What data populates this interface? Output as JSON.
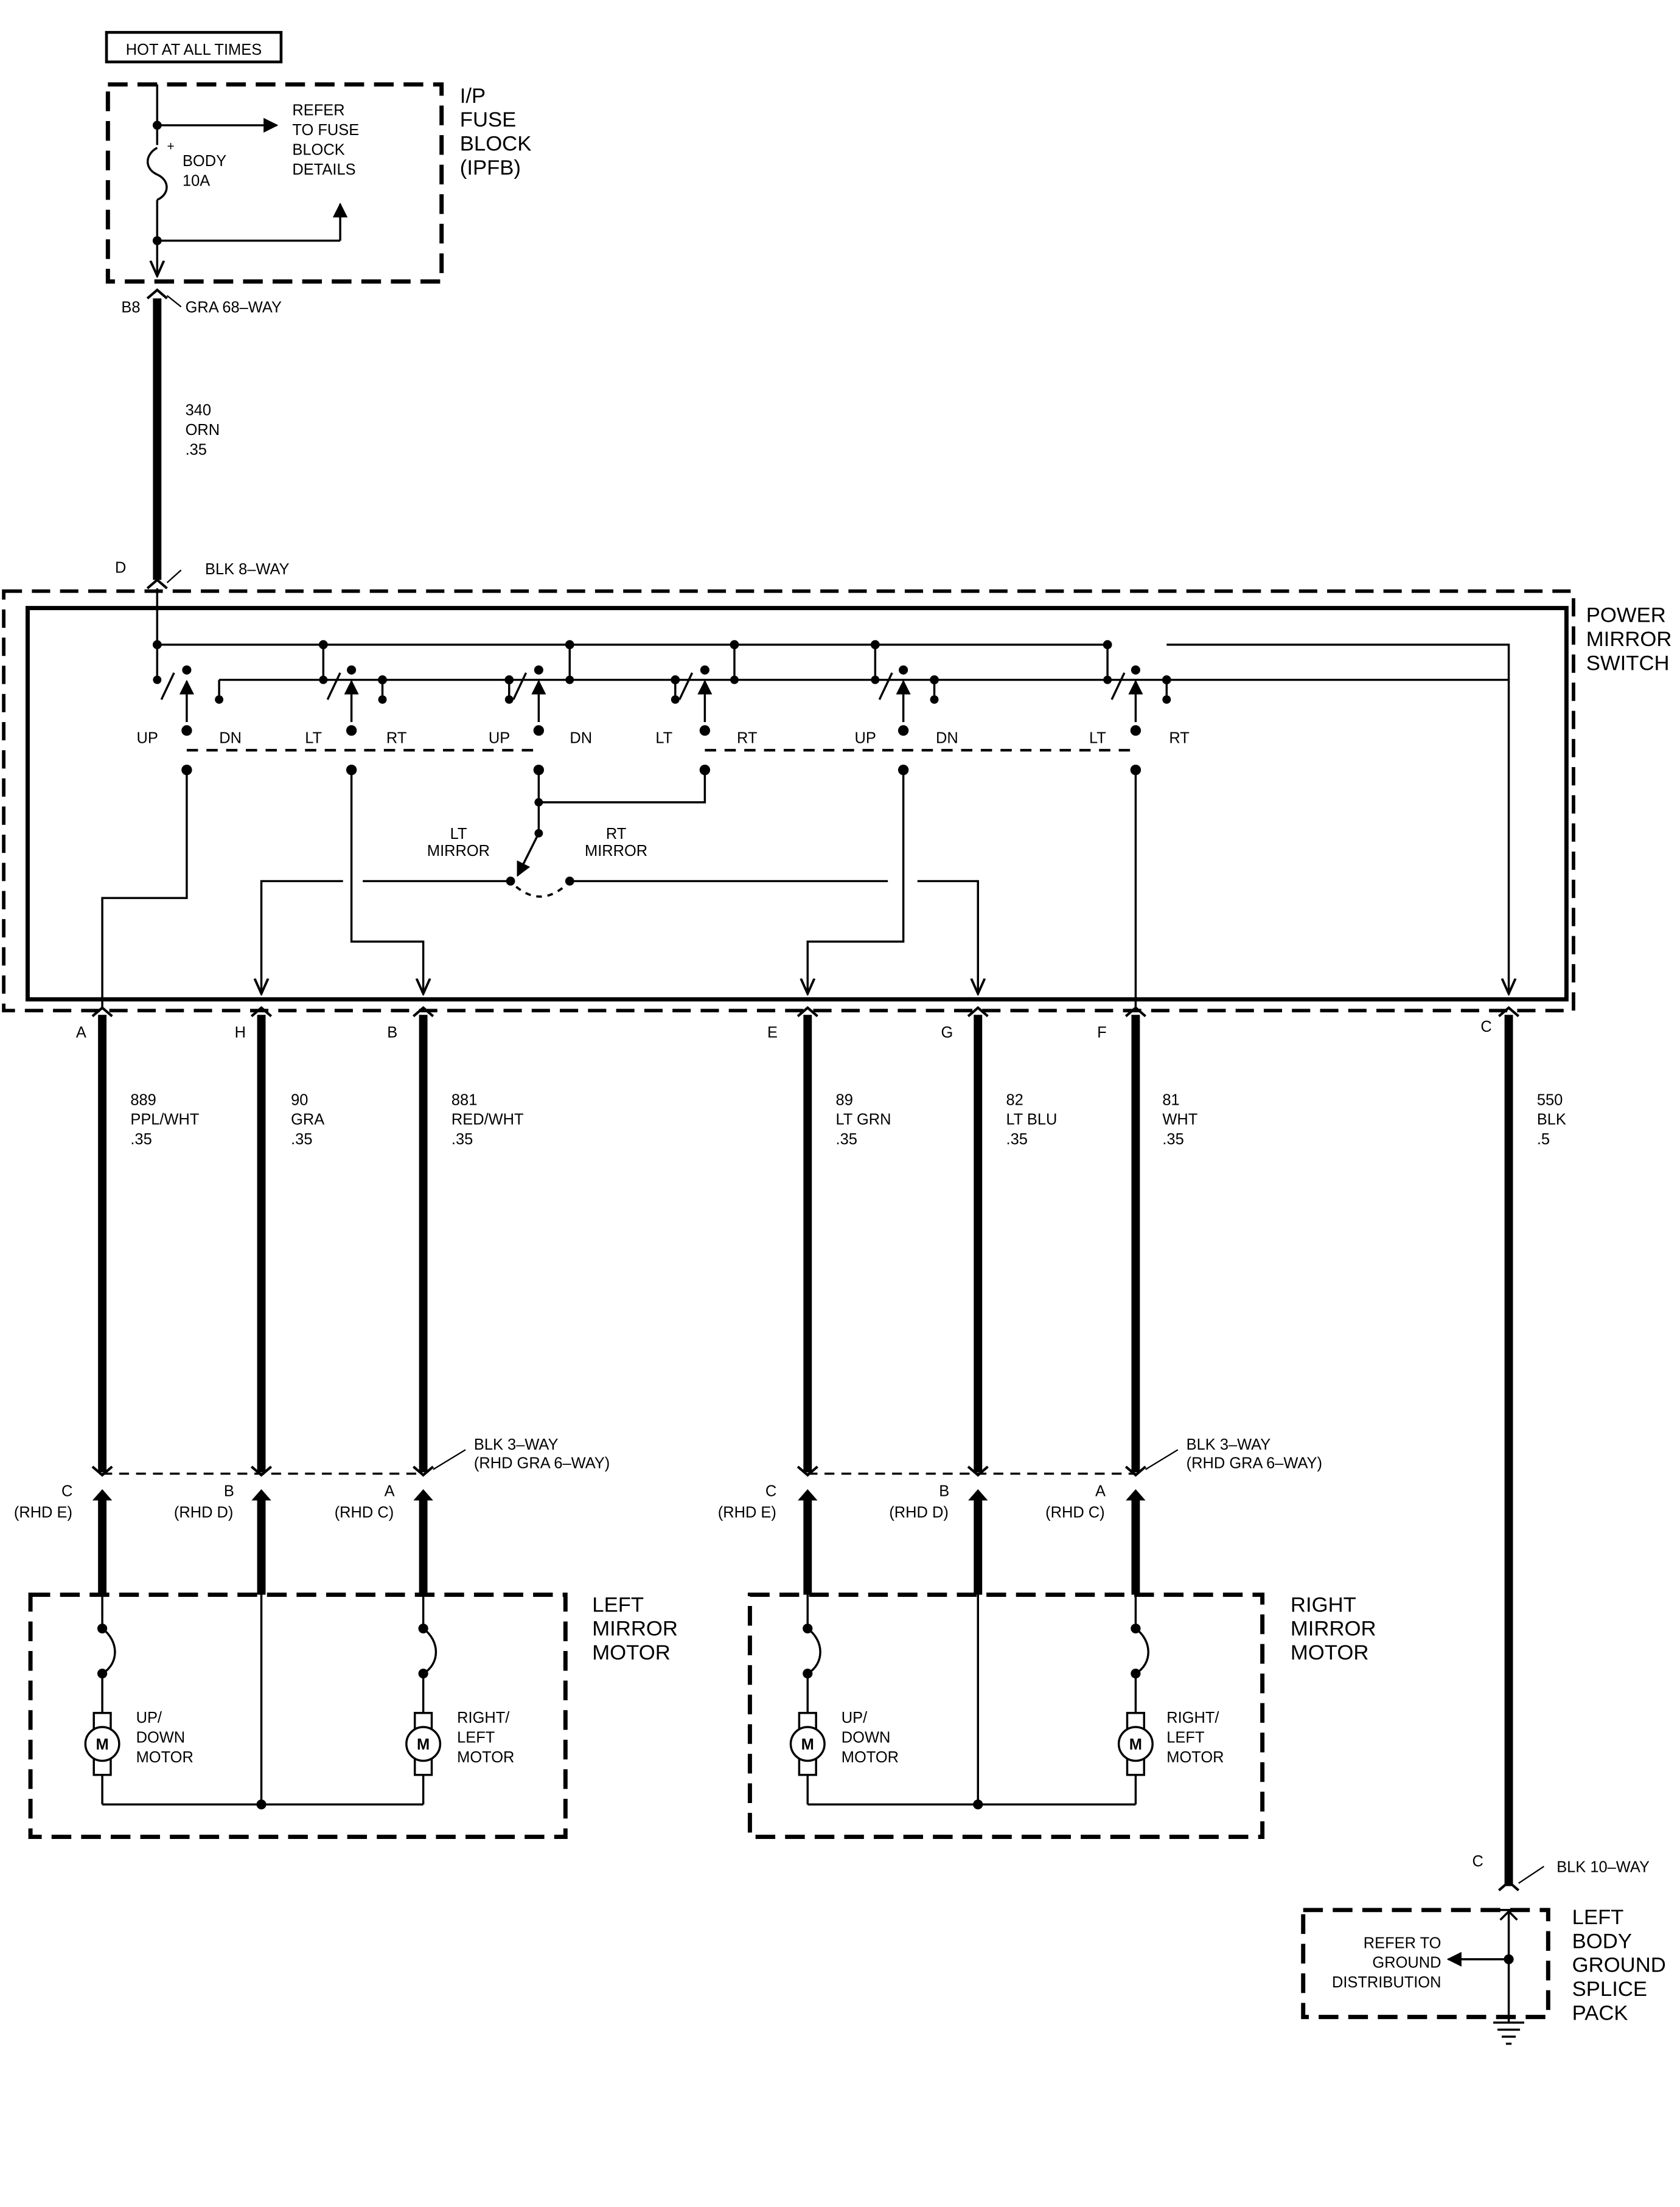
{
  "header": {
    "always_hot": "HOT AT ALL TIMES"
  },
  "fuse_block": {
    "name_lines": [
      "I/P",
      "FUSE",
      "BLOCK",
      "(IPFB)"
    ],
    "refer_lines": [
      "REFER",
      "TO FUSE",
      "BLOCK",
      "DETAILS"
    ],
    "fuse_lines": [
      "BODY",
      "10A"
    ],
    "plus_sign": "+"
  },
  "connectors": {
    "ipfb": {
      "pin": "B8",
      "name": "GRA 68–WAY"
    },
    "switch_in": {
      "pin": "D",
      "name": "BLK 8–WAY"
    },
    "left_motor": {
      "lines": [
        "BLK 3–WAY",
        "(RHD GRA 6–WAY)"
      ]
    },
    "right_motor": {
      "lines": [
        "BLK 3–WAY",
        "(RHD GRA 6–WAY)"
      ]
    },
    "ground": {
      "pin": "C",
      "name": "BLK 10–WAY"
    }
  },
  "feed_wire": {
    "lines": [
      "340",
      "ORN",
      ".35"
    ]
  },
  "switch": {
    "name_lines": [
      "POWER",
      "MIRROR",
      "SWITCH"
    ],
    "contact_labels": [
      "UP",
      "DN",
      "LT",
      "RT",
      "UP",
      "DN",
      "LT",
      "RT",
      "UP",
      "DN",
      "LT",
      "RT"
    ],
    "selector_left": [
      "LT",
      "MIRROR"
    ],
    "selector_right": [
      "RT",
      "MIRROR"
    ]
  },
  "output_wires": [
    {
      "pin": "A",
      "lines": [
        "889",
        "PPL/WHT",
        ".35"
      ]
    },
    {
      "pin": "H",
      "lines": [
        "90",
        "GRA",
        ".35"
      ]
    },
    {
      "pin": "B",
      "lines": [
        "881",
        "RED/WHT",
        ".35"
      ]
    },
    {
      "pin": "E",
      "lines": [
        "89",
        "LT GRN",
        ".35"
      ]
    },
    {
      "pin": "G",
      "lines": [
        "82",
        "LT BLU",
        ".35"
      ]
    },
    {
      "pin": "F",
      "lines": [
        "81",
        "WHT",
        ".35"
      ]
    },
    {
      "pin": "C",
      "lines": [
        "550",
        "BLK",
        ".5"
      ]
    }
  ],
  "motor_pins": [
    {
      "pin": "C",
      "alt": "(RHD E)"
    },
    {
      "pin": "B",
      "alt": "(RHD D)"
    },
    {
      "pin": "A",
      "alt": "(RHD C)"
    },
    {
      "pin": "C",
      "alt": "(RHD E)"
    },
    {
      "pin": "B",
      "alt": "(RHD D)"
    },
    {
      "pin": "A",
      "alt": "(RHD C)"
    }
  ],
  "left_motor": {
    "name_lines": [
      "LEFT",
      "MIRROR",
      "MOTOR"
    ],
    "updown_lines": [
      "UP/",
      "DOWN",
      "MOTOR"
    ],
    "rightleft_lines": [
      "RIGHT/",
      "LEFT",
      "MOTOR"
    ],
    "m": "M"
  },
  "right_motor": {
    "name_lines": [
      "RIGHT",
      "MIRROR",
      "MOTOR"
    ],
    "updown_lines": [
      "UP/",
      "DOWN",
      "MOTOR"
    ],
    "rightleft_lines": [
      "RIGHT/",
      "LEFT",
      "MOTOR"
    ],
    "m": "M"
  },
  "ground_splice": {
    "name_lines": [
      "LEFT",
      "BODY",
      "GROUND",
      "SPLICE",
      "PACK"
    ],
    "refer_lines": [
      "REFER TO",
      "GROUND",
      "DISTRIBUTION"
    ]
  }
}
